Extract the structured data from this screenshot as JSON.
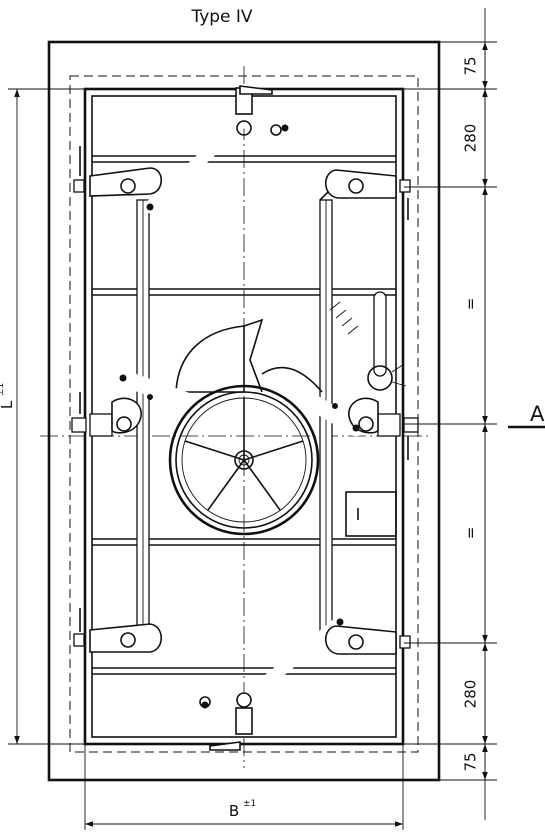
{
  "drawing": {
    "type_label": "Type IV",
    "section_label": "A",
    "width_label": "B",
    "width_tolerance": "±1",
    "height_label": "L",
    "height_tolerance": "±1"
  },
  "dimensions_right": [
    {
      "id": "top-frame",
      "label": "75"
    },
    {
      "id": "top-hinge",
      "label": "280"
    },
    {
      "id": "upper-equal",
      "label": "="
    },
    {
      "id": "lower-equal",
      "label": "="
    },
    {
      "id": "bottom-hinge",
      "label": "280"
    },
    {
      "id": "bottom-frame",
      "label": "75"
    }
  ]
}
